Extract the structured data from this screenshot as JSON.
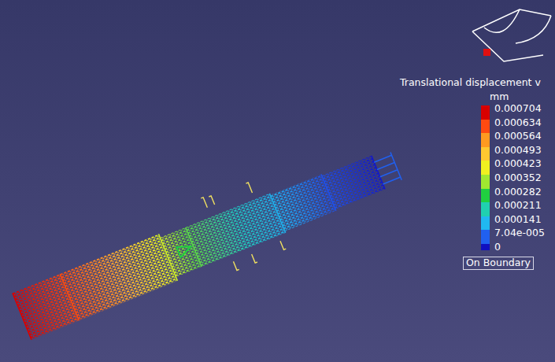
{
  "diagram": {
    "labels": [
      "Translational displacement v",
      "mm",
      "On Boundary"
    ],
    "legend": [
      {
        "text": "0.000704",
        "color": "#d80000"
      },
      {
        "text": "0.000634",
        "color": "#ff4a10"
      },
      {
        "text": "0.000564",
        "color": "#ff9a20"
      },
      {
        "text": "0.000493",
        "color": "#ffc830"
      },
      {
        "text": "0.000423",
        "color": "#f0f020"
      },
      {
        "text": "0.000352",
        "color": "#a0e830"
      },
      {
        "text": "0.000282",
        "color": "#20d040"
      },
      {
        "text": "0.000211",
        "color": "#20d0b0"
      },
      {
        "text": "0.000141",
        "color": "#20b8f0"
      },
      {
        "text": "7.04e-005",
        "color": "#2060f0"
      },
      {
        "text": "0",
        "color": "#1010c0"
      }
    ]
  }
}
